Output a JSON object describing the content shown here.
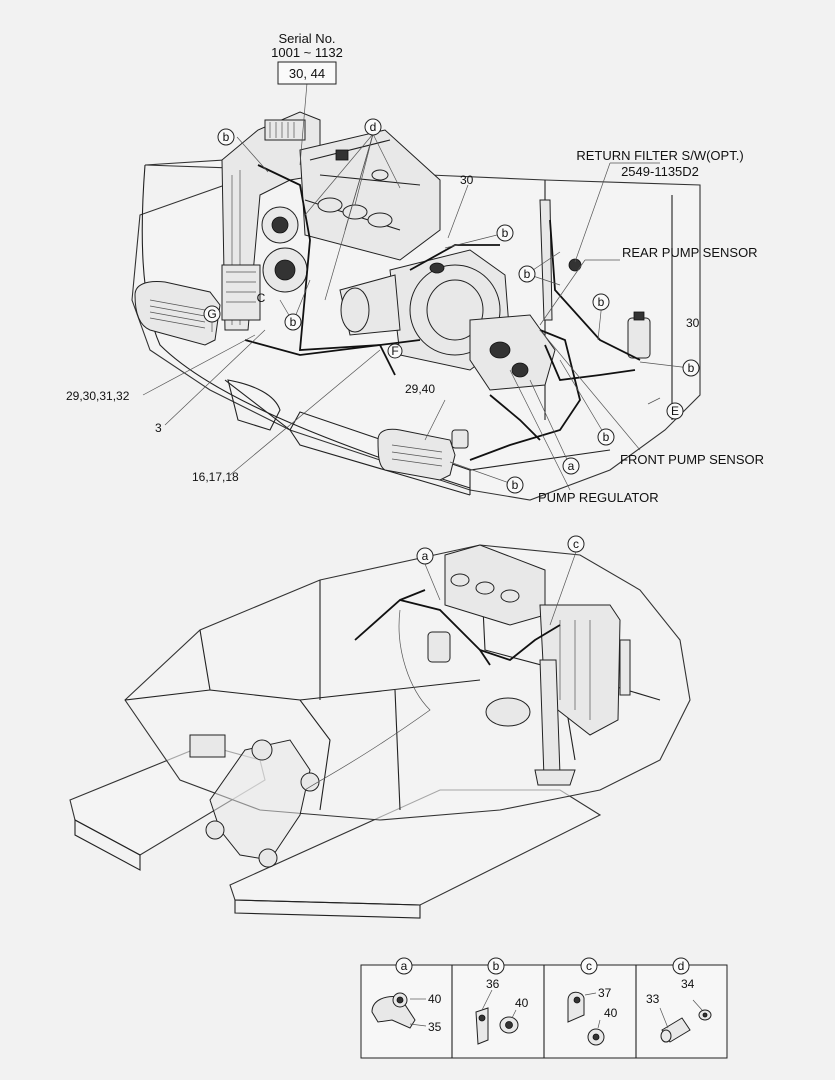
{
  "serial": {
    "title": "Serial No.",
    "range": "1001 ~ 1132",
    "parts": "30, 44"
  },
  "labels": {
    "return_filter": "RETURN FILTER S/W(OPT.)",
    "return_filter_part": "2549-1135D2",
    "rear_pump_sensor": "REAR PUMP SENSOR",
    "front_pump_sensor": "FRONT PUMP SENSOR",
    "pump_regulator": "PUMP REGULATOR"
  },
  "callout_numbers": {
    "n30_top": "30",
    "n30_right": "30",
    "n29_32": "29,30,31,32",
    "n3": "3",
    "n16_18": "16,17,18",
    "n29_40": "29,40"
  },
  "callout_letters": {
    "a": "a",
    "b": "b",
    "c": "c",
    "d": "d",
    "E": "E",
    "G": "G",
    "F": "F",
    "C": "C"
  },
  "detail_table": {
    "cells": [
      {
        "letter": "a",
        "parts": [
          "40",
          "35"
        ]
      },
      {
        "letter": "b",
        "parts": [
          "36",
          "40"
        ]
      },
      {
        "letter": "c",
        "parts": [
          "37",
          "40"
        ]
      },
      {
        "letter": "d",
        "parts": [
          "34",
          "33"
        ]
      }
    ]
  }
}
